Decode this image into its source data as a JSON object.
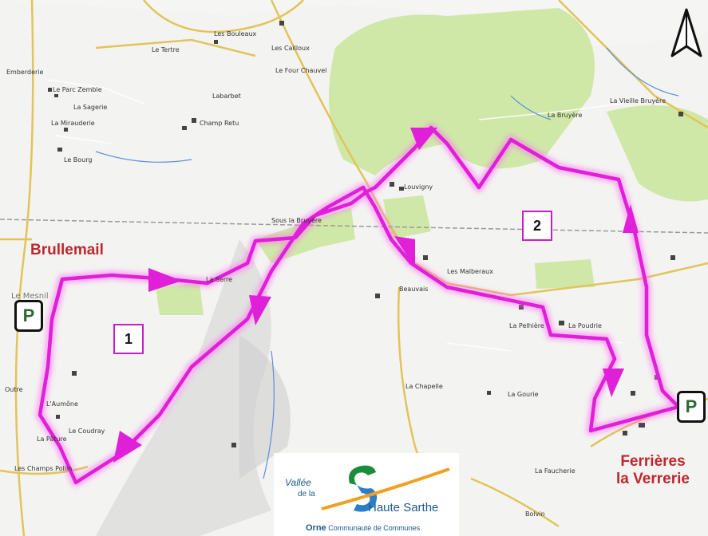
{
  "towns": {
    "left": "Brullemail",
    "right_line1": "Ferrières",
    "right_line2": "la Verrerie"
  },
  "loops": {
    "one": "1",
    "two": "2"
  },
  "parking": {
    "left": "P",
    "right": "P"
  },
  "places": [
    "Les Bouleaux",
    "Le Tertre",
    "Les Cailloux",
    "Emberderie",
    "Le Parc Zemble",
    "Le Four Chauvel",
    "La Sagerie",
    "La Mirauderie",
    "Labarbet",
    "Champ Retu",
    "Le Bourg",
    "Louvigny",
    "Sous la Bruyère",
    "La Bruyère",
    "La Vieille Bruyère",
    "La Serre",
    "Les Malberaux",
    "Beauvais",
    "La Pelhière",
    "La Poudrie",
    "L'Aumône",
    "Le Coudray",
    "La Pâture",
    "Les Champs Pollin",
    "Outre",
    "La Chapelle",
    "La Gourie",
    "La Faucherie",
    "Bolvin",
    "Le Mesnil"
  ],
  "logo": {
    "line1": "Vallée",
    "line2": "de la",
    "line3": "Haute Sarthe",
    "line4_brand": "Orne",
    "line4": "Communauté de Communes"
  },
  "colors": {
    "route": "#e020d8",
    "forest": "#cfe8a8",
    "town_label": "#c0272d"
  },
  "icons": {
    "north": "north-arrow-icon",
    "parking": "parking-icon"
  }
}
